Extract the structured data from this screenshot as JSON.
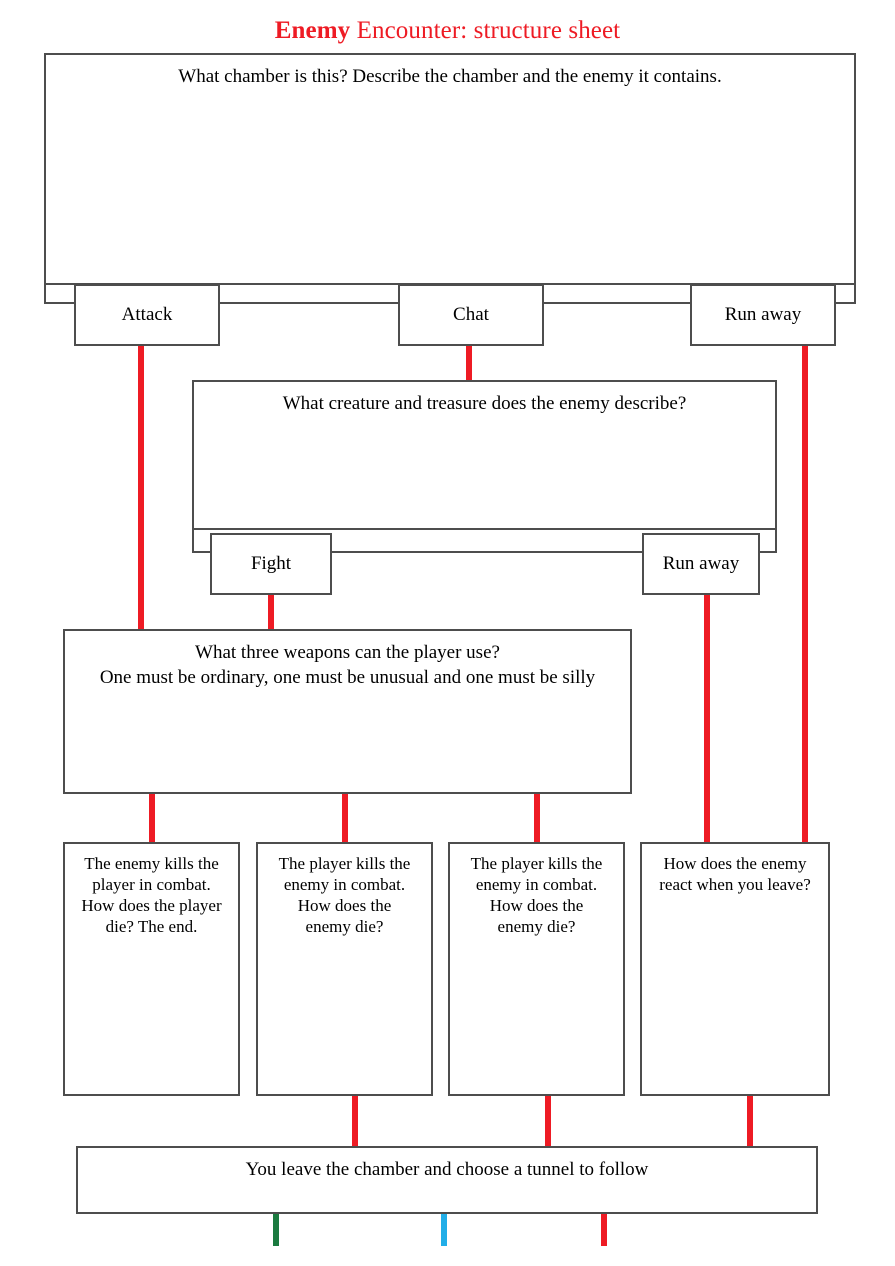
{
  "title": {
    "bold_word": "Enemy",
    "rest": " Encounter: structure sheet",
    "color": "#ee1b24"
  },
  "nodes": {
    "chamber_prompt": "What chamber is this? Describe the chamber and the enemy it contains.",
    "choice_attack": "Attack",
    "choice_chat": "Chat",
    "choice_run_away_top": "Run away",
    "creature_prompt": "What creature and treasure does the enemy describe?",
    "choice_fight": "Fight",
    "choice_run_away_mid": "Run away",
    "weapons_prompt": "What three weapons can the player use?\nOne must be ordinary, one must be unusual and one must be silly",
    "outcome_enemy_kills_player": "The enemy kills the\nplayer in combat.\nHow does the player\ndie? The end.",
    "outcome_player_kills_enemy_1": "The player kills the\nenemy in combat.\nHow does the\nenemy die?",
    "outcome_player_kills_enemy_2": "The player kills the\nenemy in combat.\nHow does the\nenemy die?",
    "outcome_enemy_reacts": "How does the enemy\nreact when you leave?",
    "leave_chamber": "You leave the chamber and choose a tunnel to follow"
  },
  "colors": {
    "flow_line": "#ee1b24",
    "box_border": "#4d4d4d",
    "tunnel_green": "#1a7a3f",
    "tunnel_blue": "#22aee8",
    "tunnel_red": "#ee1b24"
  },
  "tunnels": [
    {
      "name": "tunnel-green",
      "color": "#1a7a3f"
    },
    {
      "name": "tunnel-blue",
      "color": "#22aee8"
    },
    {
      "name": "tunnel-red",
      "color": "#ee1b24"
    }
  ]
}
